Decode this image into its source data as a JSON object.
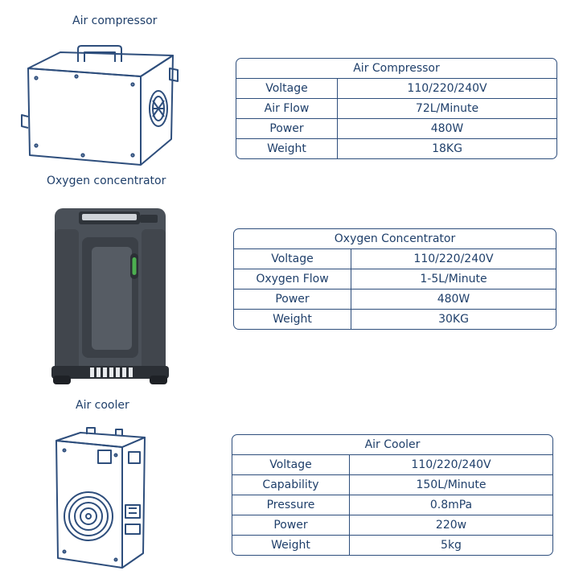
{
  "products": [
    {
      "caption": "Air compressor",
      "table_title": "Air Compressor",
      "rows": [
        {
          "label": "Voltage",
          "value": "110/220/240V"
        },
        {
          "label": "Air Flow",
          "value": "72L/Minute"
        },
        {
          "label": "Power",
          "value": "480W"
        },
        {
          "label": "Weight",
          "value": "18KG"
        }
      ]
    },
    {
      "caption": "Oxygen concentrator",
      "table_title": "Oxygen Concentrator",
      "rows": [
        {
          "label": "Voltage",
          "value": "110/220/240V"
        },
        {
          "label": "Oxygen Flow",
          "value": "1-5L/Minute"
        },
        {
          "label": "Power",
          "value": "480W"
        },
        {
          "label": "Weight",
          "value": "30KG"
        }
      ]
    },
    {
      "caption": "Air cooler",
      "table_title": "Air Cooler",
      "rows": [
        {
          "label": "Voltage",
          "value": "110/220/240V"
        },
        {
          "label": "Capability",
          "value": "150L/Minute"
        },
        {
          "label": "Pressure",
          "value": "0.8mPa"
        },
        {
          "label": "Power",
          "value": "220w"
        },
        {
          "label": "Weight",
          "value": "5kg"
        }
      ]
    }
  ],
  "colors": {
    "ink": "#1f3f6a",
    "line": "#2e4e7c",
    "device_body": "#4a5058",
    "device_panel": "#2b2f35",
    "accent_green": "#4caf50"
  }
}
